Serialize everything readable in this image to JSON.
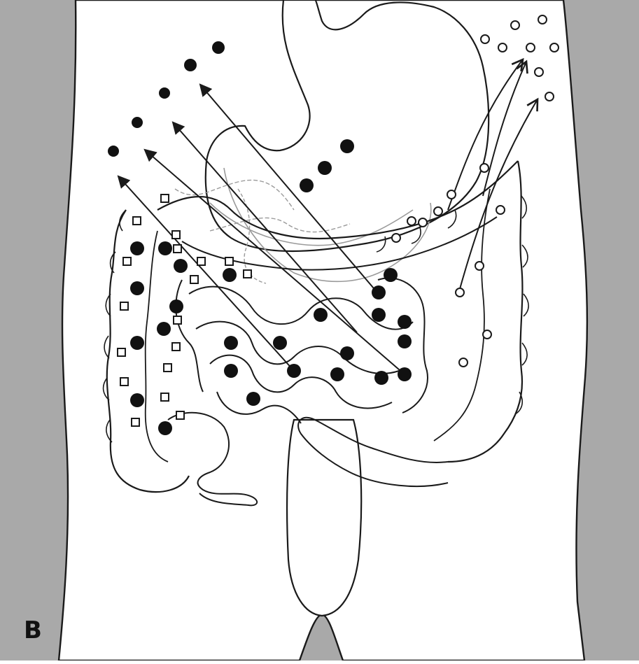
{
  "figure": {
    "panel_label": "B",
    "background_color": "#a9a9a9",
    "body_color": "#ffffff",
    "outline_color": "#1a1a1a",
    "inner_line_color": "#9a9a9a"
  },
  "legend_markers": {
    "filled_dot": "filled-circle-marker",
    "open_square": "open-square-marker",
    "open_circle": "open-circle-marker"
  }
}
